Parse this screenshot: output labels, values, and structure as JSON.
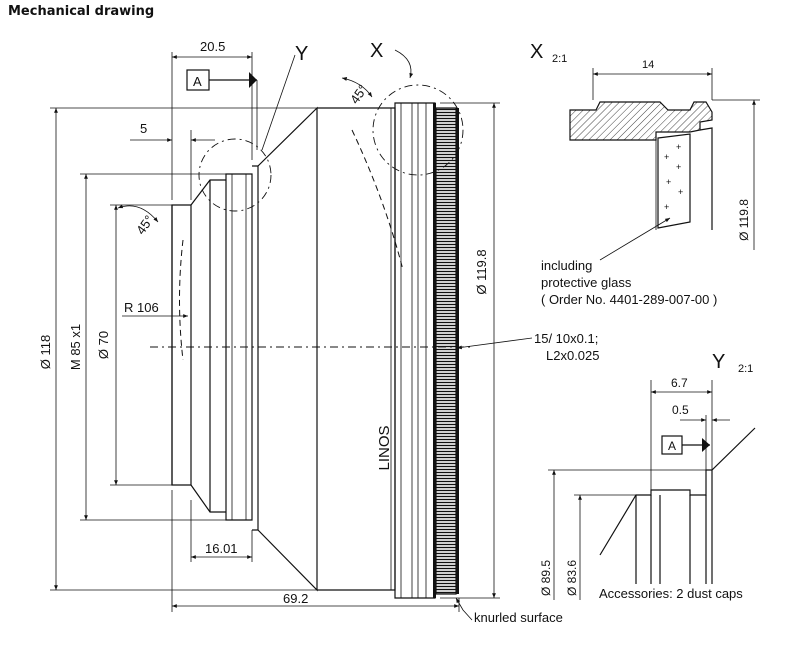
{
  "title": "Mechanical drawing",
  "main_view": {
    "dim_top_width": "20.5",
    "dim_step": "5",
    "angle_front": "45°",
    "angle_cone": "45°",
    "dim_dia_118": "Ø 118",
    "dim_thread": "M 85 x1",
    "dim_dia_70": "Ø 70",
    "dim_radius": "R 106",
    "dim_dia_119_8": "Ø 119.8",
    "dim_16_01": "16.01",
    "dim_overall": "69.2",
    "datum_a": "A",
    "detail_y_label": "Y",
    "detail_x_label": "X",
    "brand": "LINOS",
    "knurl_note": "knurled surface",
    "filter_note_1": "15/ 10x0.1;",
    "filter_note_2": "L2x0.025"
  },
  "detail_x": {
    "label": "X",
    "scale": "2:1",
    "dim_width": "14",
    "dim_dia": "Ø 119.8",
    "note_1": "including",
    "note_2": "protective glass",
    "note_3": "( Order No. 4401-289-007-00 )"
  },
  "detail_y": {
    "label": "Y",
    "scale": "2:1",
    "dim_6_7": "6.7",
    "dim_0_5": "0.5",
    "datum_a": "A",
    "dim_dia_89_5": "Ø 89.5",
    "dim_dia_83_6": "Ø 83.6",
    "accessories": "Accessories: 2 dust caps"
  }
}
